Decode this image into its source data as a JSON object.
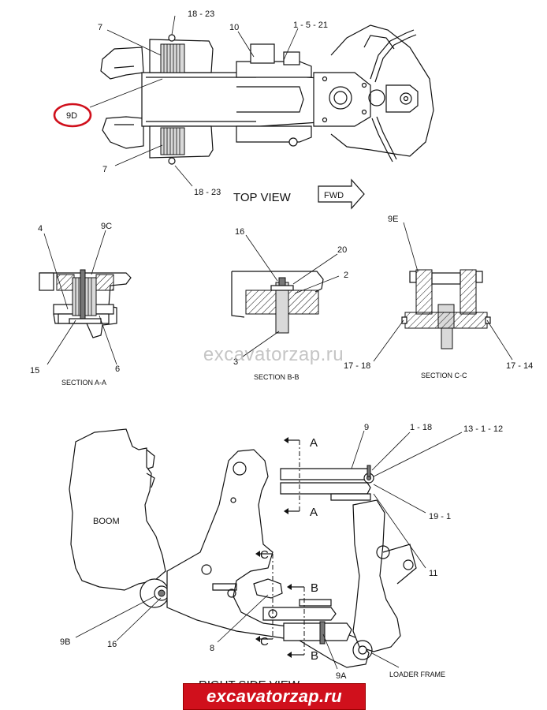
{
  "top_view": {
    "title": "TOP VIEW",
    "fwd_label": "FWD",
    "callouts": {
      "c_18_23_top": "18 - 23",
      "c_7_top": "7",
      "c_10": "10",
      "c_1_5_21": "1 - 5 - 21",
      "c_9d": "9D",
      "c_7_bottom": "7",
      "c_18_23_bottom": "18 - 23"
    },
    "highlight_color": "#d0101c"
  },
  "section_aa": {
    "title": "SECTION A-A",
    "callouts": {
      "c_4": "4",
      "c_9c": "9C",
      "c_15": "15",
      "c_6": "6"
    }
  },
  "section_bb": {
    "title": "SECTION B-B",
    "callouts": {
      "c_16": "16",
      "c_20": "20",
      "c_2": "2",
      "c_3": "3"
    }
  },
  "section_cc": {
    "title": "SECTION C-C",
    "callouts": {
      "c_9e": "9E",
      "c_17_18": "17 - 18",
      "c_17_14": "17 - 14"
    }
  },
  "side_view": {
    "title": "RIGHT SIDE VIEW",
    "boom_label": "BOOM",
    "loader_frame_label": "LOADER FRAME",
    "callouts": {
      "c_9": "9",
      "c_1_18": "1 - 18",
      "c_13_1_12": "13 - 1 - 12",
      "c_19_1": "19 - 1",
      "c_11": "11",
      "c_9b": "9B",
      "c_16": "16",
      "c_8": "8",
      "c_9a": "9A"
    },
    "section_markers": {
      "a_top": "A",
      "a_bottom": "A",
      "c_top": "C",
      "c_bottom": "C",
      "b_top": "B",
      "b_bottom": "B"
    }
  },
  "watermark": {
    "text": "excavatorzap.ru"
  },
  "banner": {
    "text": "excavatorzap.ru",
    "color": "#d0101c"
  }
}
